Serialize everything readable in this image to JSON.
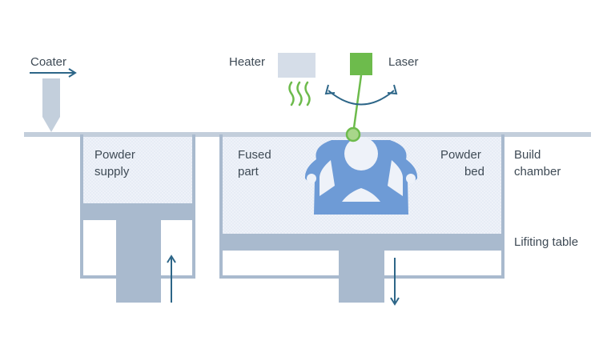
{
  "labels": {
    "coater": "Coater",
    "heater": "Heater",
    "laser": "Laser",
    "powder_supply": [
      "Powder",
      "supply"
    ],
    "fused_part": [
      "Fused",
      "part"
    ],
    "powder_bed": [
      "Powder",
      "bed"
    ],
    "build_chamber": [
      "Build",
      "chamber"
    ],
    "lifting_table": "Lifiting table"
  },
  "colors": {
    "frame": "#a9bace",
    "piston": "#a9bace",
    "powder_fill": "#eef2f9",
    "part": "#6e9bd6",
    "arrow": "#2d6688",
    "laser": "#6dbb4c",
    "heater": "#d5dde8",
    "heat_waves": "#6dbb4c",
    "platform": "#c3cedb",
    "coater": "#c3cfdc",
    "text": "#3e4a55"
  }
}
